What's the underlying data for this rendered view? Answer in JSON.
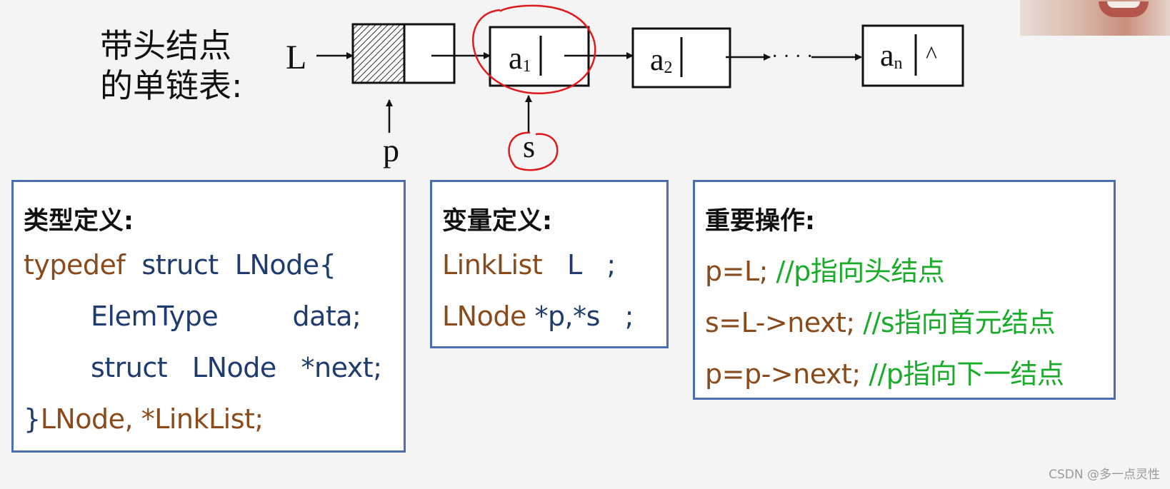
{
  "heading": {
    "line1": "带头结点",
    "line2": "的单链表:"
  },
  "diagram": {
    "head_pointer": "L",
    "nodes": [
      {
        "data": "a",
        "sub": "1"
      },
      {
        "data": "a",
        "sub": "2"
      },
      {
        "data": "a",
        "sub": "n",
        "tail": "^"
      }
    ],
    "ellipsis": "· · · ·",
    "pointer_p": "p",
    "pointer_s": "s"
  },
  "type_def": {
    "title": "类型定义:",
    "line1_kw": "typedef",
    "line1_rest": "  struct  LNode{",
    "line2": "ElemType         data;",
    "line3": "struct   LNode   *next;",
    "line4_brace": "}",
    "line4_rest": "LNode, *LinkList;"
  },
  "var_def": {
    "title": "变量定义:",
    "line1_a": "LinkList",
    "line1_b": "   L   ;",
    "line2_a": "LNode",
    "line2_b": " *p,*s   ;"
  },
  "ops": {
    "title": "重要操作:",
    "op1_code": "p=L; ",
    "op1_comment": "//p指向头结点",
    "op2_code": "s=L->next; ",
    "op2_comment": "//s指向首元结点",
    "op3_code": "p=p->next; ",
    "op3_comment": "//p指向下一结点"
  },
  "watermark": "CSDN @多一点灵性",
  "colors": {
    "box_border": "#4a6fae",
    "keyword_brown": "#8a4b1c",
    "keyword_blue": "#1e3c6e",
    "comment_green": "#1aab2a",
    "annotation_red": "#e0191b"
  }
}
